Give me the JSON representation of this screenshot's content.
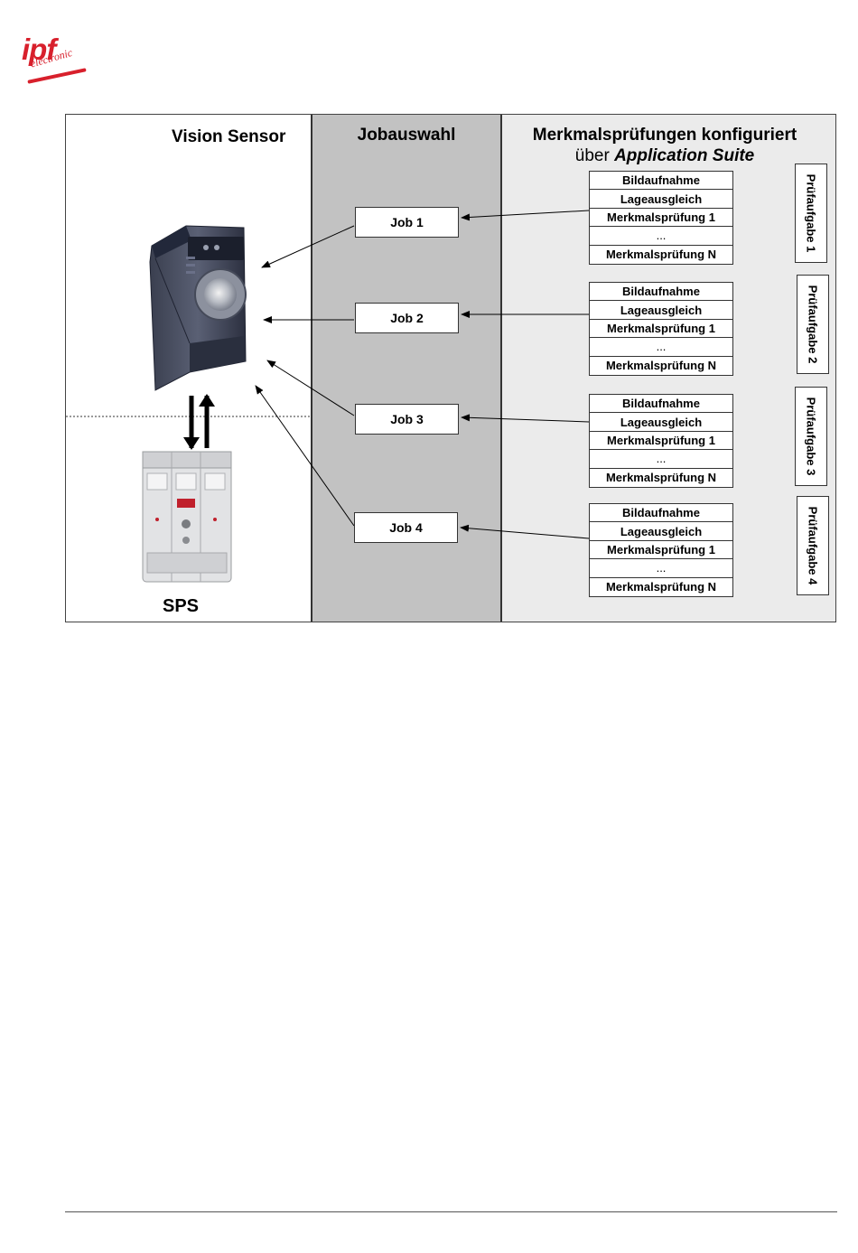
{
  "logo": {
    "brand": "ipf",
    "sub": "electronic"
  },
  "headers": {
    "vision_sensor": "Vision Sensor",
    "jobauswahl": "Jobauswahl",
    "merkmal_line1": "Merkmalsprüfungen konfiguriert",
    "merkmal_line2_prefix": "über",
    "merkmal_line2_app": "Application Suite"
  },
  "sps_label": "SPS",
  "jobs": [
    "Job 1",
    "Job 2",
    "Job 3",
    "Job 4"
  ],
  "task_rows": [
    "Bildaufnahme",
    "Lageausgleich",
    "Merkmalsprüfung 1",
    "...",
    "Merkmalsprüfung N"
  ],
  "task_tags": [
    "Prüfaufgabe 1",
    "Prüfaufgabe 2",
    "Prüfaufgabe 3",
    "Prüfaufgabe 4"
  ],
  "colors": {
    "panel_mid": "#c2c2c2",
    "panel_right": "#ebebeb",
    "logo_red": "#d8202c"
  }
}
